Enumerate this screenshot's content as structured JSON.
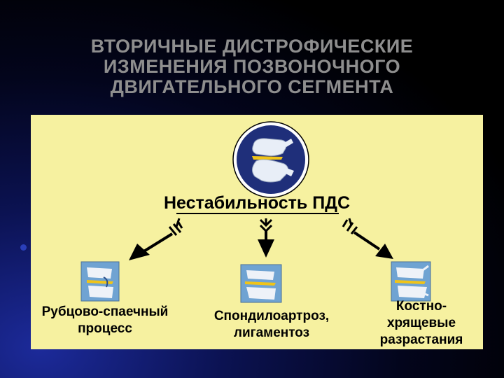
{
  "title": {
    "line1": "ВТОРИЧНЫЕ ДИСТРОФИЧЕСКИЕ",
    "line2": "ИЗМЕНЕНИЯ ПОЗВОНОЧНОГО",
    "line3": "ДВИГАТЕЛЬНОГО СЕГМЕНТА"
  },
  "diagram": {
    "center": "Нестабильность ПДС",
    "left": {
      "line1": "Рубцово-спаечный",
      "line2": "процесс"
    },
    "middle": {
      "line1": "Спондилоартроз,",
      "line2": "лигаментоз"
    },
    "right": {
      "line1": "Костно-",
      "line2": "хрящевые",
      "line3": "разрастания"
    }
  },
  "colors": {
    "panel": "#f6f1a0",
    "title_text": "#8e8e8e",
    "circle_fill": "#1f2f7a",
    "thumb_fill": "#6fa3d2"
  },
  "icons": [
    "spine-segment-icon",
    "arrow-icon"
  ]
}
